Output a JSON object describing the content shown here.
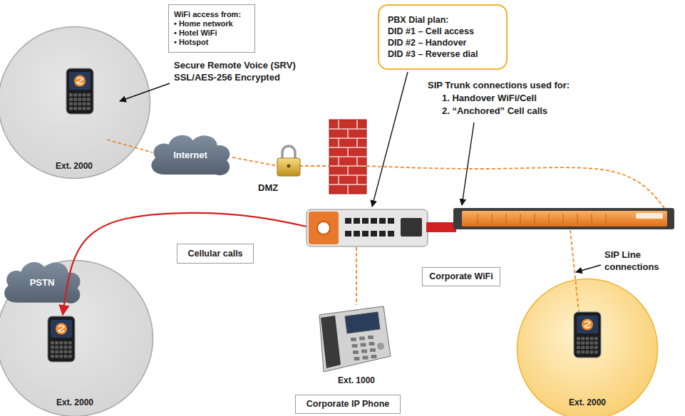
{
  "diagram": {
    "nodes": [
      {
        "text": [
          "WiFi access from:",
          "• Home network",
          "• Hotel WiFi",
          "• Hotspot"
        ]
      },
      {
        "text": [
          "PBX Dial plan:",
          "DID #1 – Cell access",
          "DID #2 – Handover",
          "DID #3 – Reverse dial"
        ]
      },
      {
        "text": [
          "Ext. 2000"
        ]
      },
      {
        "text": [
          "Internet"
        ]
      },
      {
        "text": [
          "Cellular calls"
        ]
      },
      {
        "text": [
          "PSTN"
        ]
      },
      {
        "text": [
          "Corporate WiFi"
        ]
      },
      {
        "text": [
          "Ext. 2000"
        ]
      },
      {
        "text": [
          "Ext. 2000"
        ]
      },
      {
        "text": [
          "Corporate IP Phone"
        ]
      }
    ],
    "labels": [
      "Secure Remote Voice (SRV)",
      "SSL/AES-256 Encrypted",
      "DMZ",
      "SIP Trunk connections used for:",
      "1. Handover WiFi/Cell",
      "2. “Anchored” Cell calls",
      "SIP Line connections",
      "Ext. 1000"
    ]
  }
}
